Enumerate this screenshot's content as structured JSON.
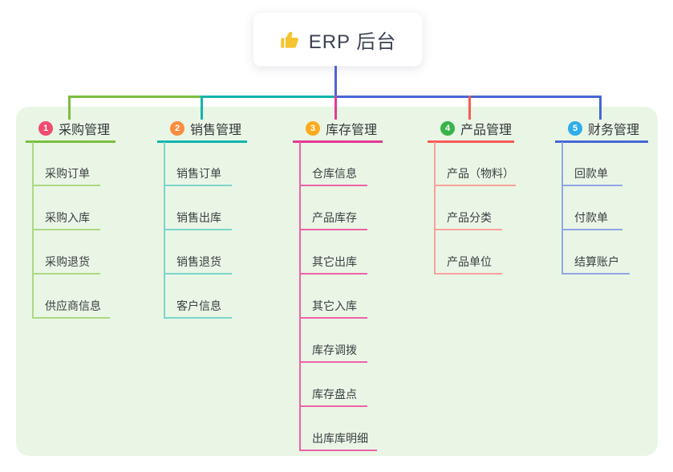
{
  "root": {
    "title": "ERP 后台",
    "icon": "thumbs-up-icon"
  },
  "branches": [
    {
      "badge": "1",
      "label": "采购管理",
      "line_color": "#7cbe3f",
      "child_line_color": "#aed883",
      "badge_color": "#f14b6e",
      "children": [
        "采购订单",
        "采购入库",
        "采购退货",
        "供应商信息"
      ]
    },
    {
      "badge": "2",
      "label": "销售管理",
      "line_color": "#10b5ac",
      "child_line_color": "#7cd5cc",
      "badge_color": "#fb8d40",
      "children": [
        "销售订单",
        "销售出库",
        "销售退货",
        "客户信息"
      ]
    },
    {
      "badge": "3",
      "label": "库存管理",
      "line_color": "#e43a96",
      "child_line_color": "#ee62a9",
      "badge_color": "#fcab1e",
      "children": [
        "仓库信息",
        "产品库存",
        "其它出库",
        "其它入库",
        "库存调拨",
        "库存盘点",
        "出库库明细"
      ]
    },
    {
      "badge": "4",
      "label": "产品管理",
      "line_color": "#f95b55",
      "child_line_color": "#f9a19c",
      "badge_color": "#38b44a",
      "children": [
        "产品（物料）",
        "产品分类",
        "产品单位"
      ]
    },
    {
      "badge": "5",
      "label": "财务管理",
      "line_color": "#4766d6",
      "child_line_color": "#90a6e6",
      "badge_color": "#2eaeea",
      "children": [
        "回款单",
        "付款单",
        "结算账户"
      ]
    }
  ],
  "canvas": {
    "panel_background": "#e9f6e5",
    "root_connector_color": "#4f63d2",
    "root_box_background": "#ffffff",
    "title_color": "#3b4253"
  }
}
